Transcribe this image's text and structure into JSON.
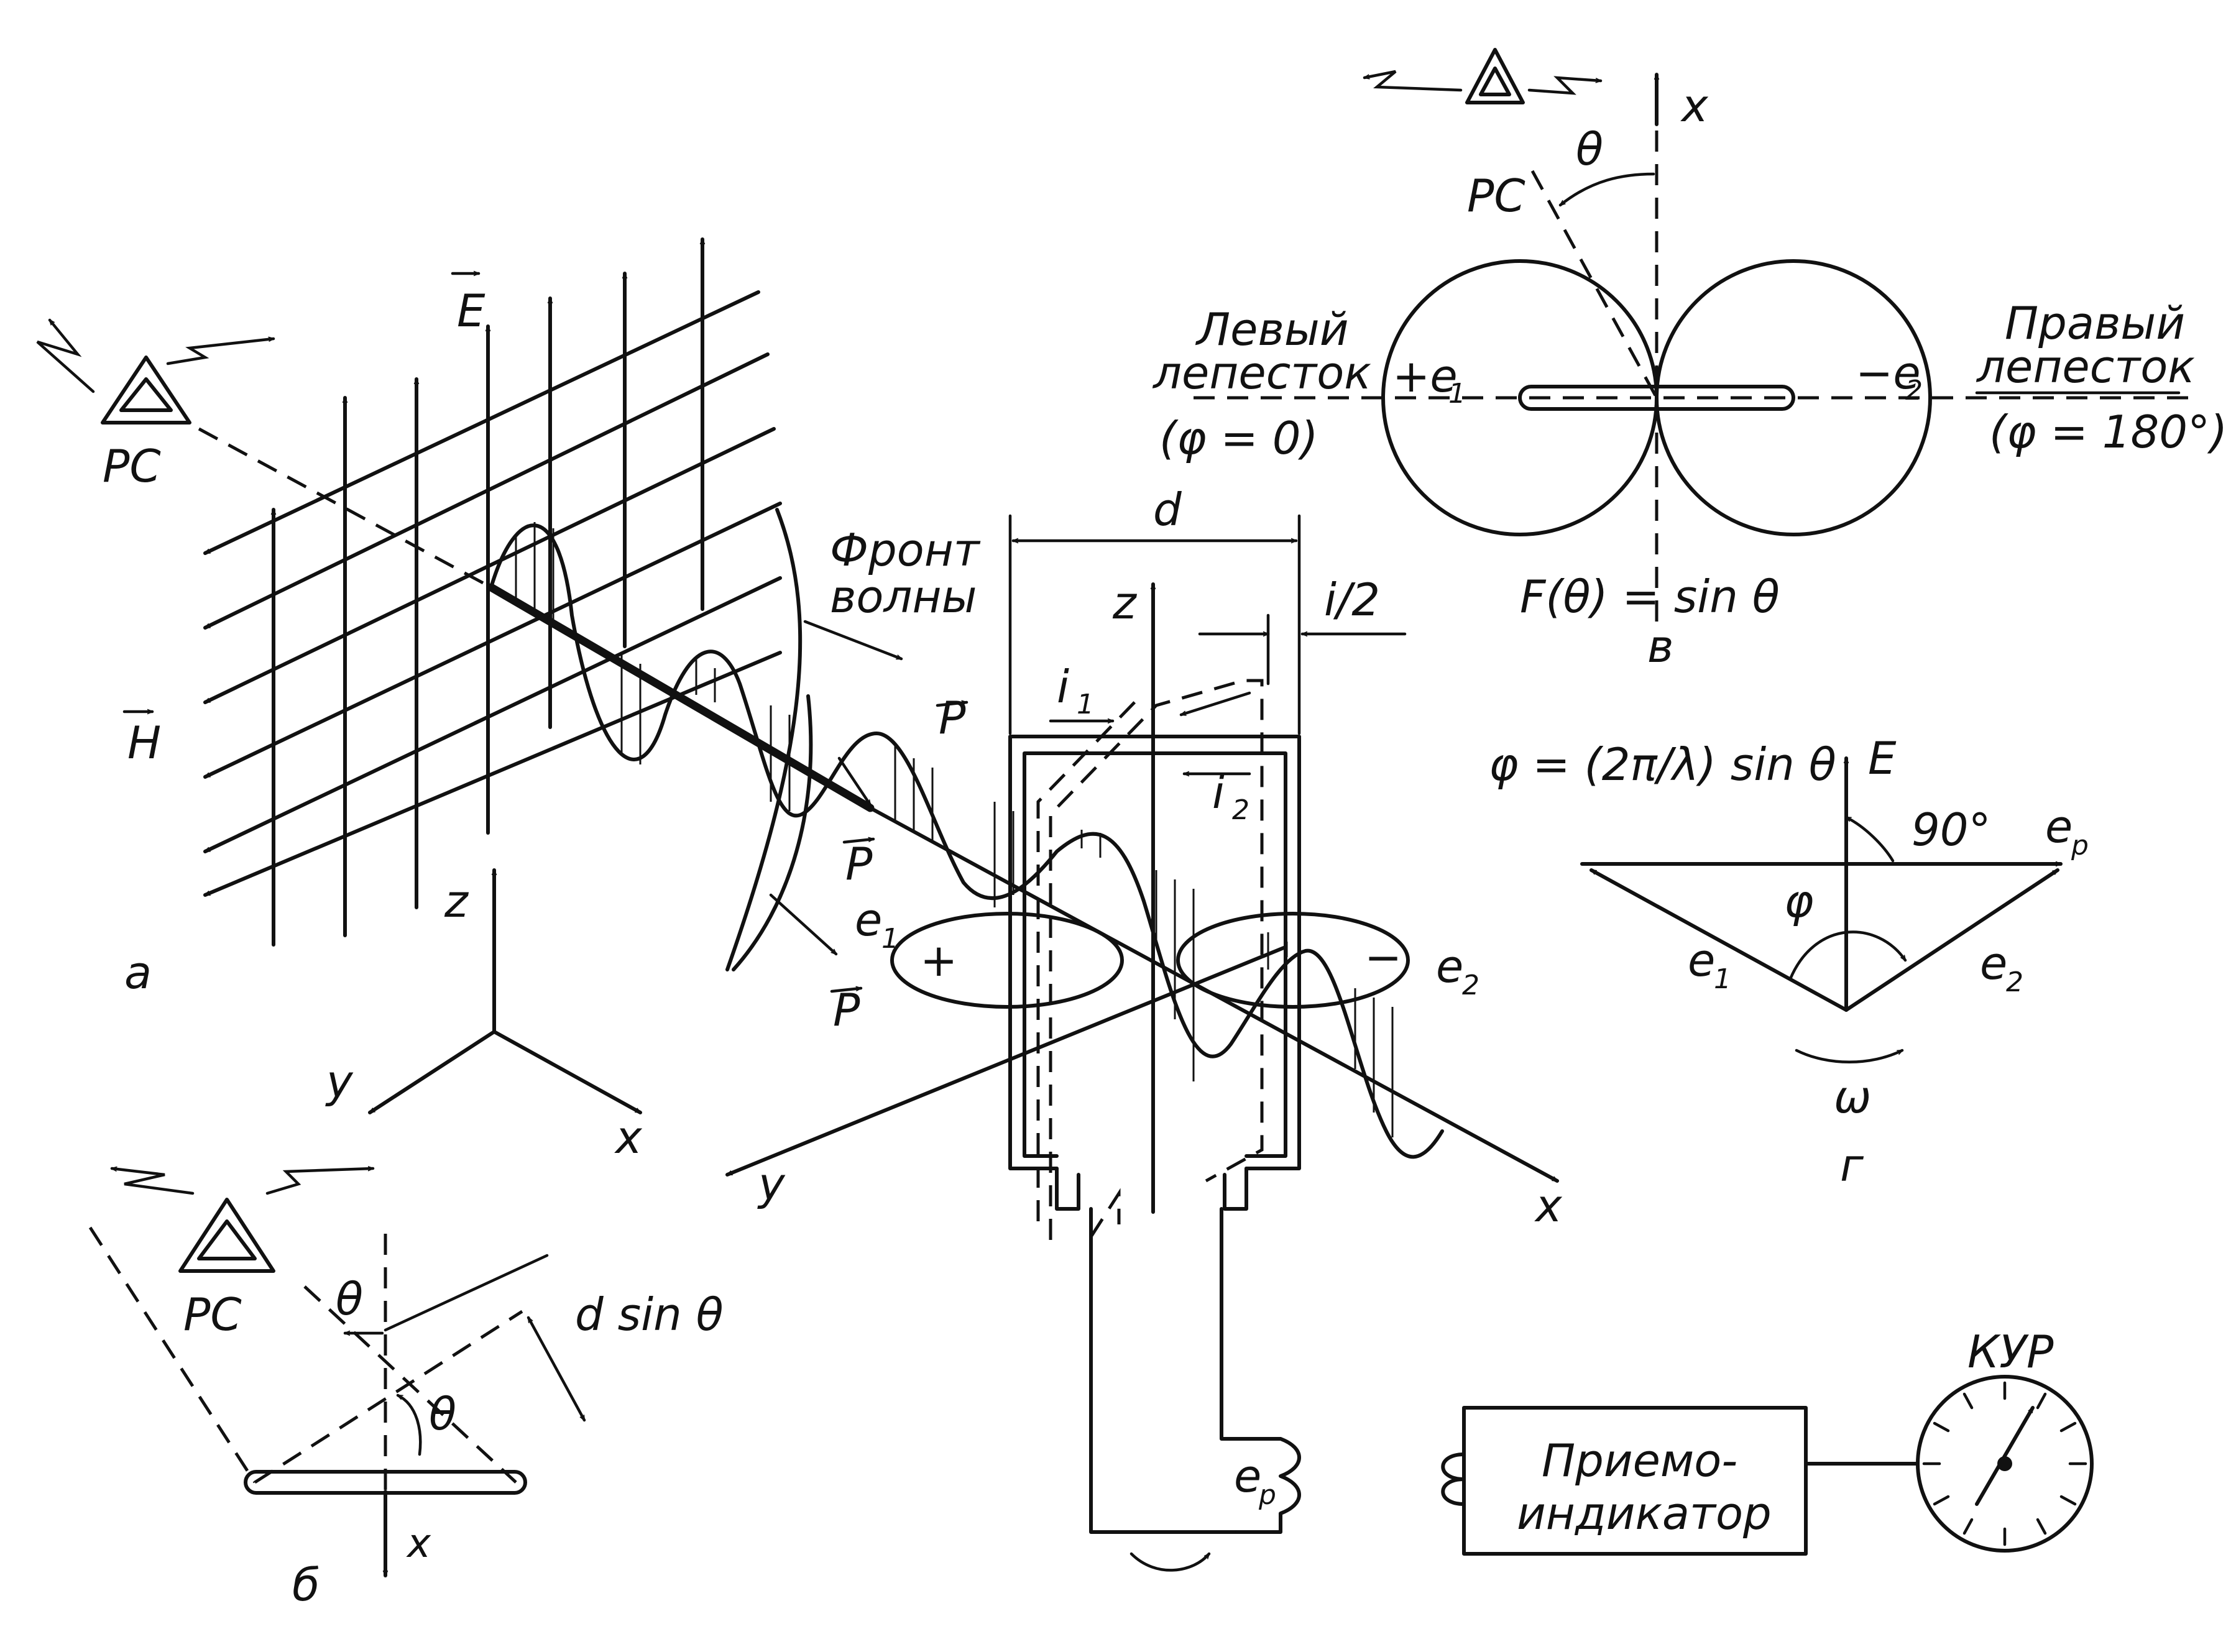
{
  "labels": {
    "station_top": "РС",
    "station_left": "РС",
    "station_bottom": "РС",
    "vector_E": "E",
    "vector_H": "H",
    "wave_front_line1": "Фронт",
    "wave_front_line2": "волны",
    "vector_P_1": "P",
    "vector_P_2": "P",
    "vector_P_3": "P",
    "dim_d": "d",
    "dim_half_i": "i/2",
    "axis_z_main": "z",
    "axis_x_main": "x",
    "axis_y_main": "y",
    "axis_z_small": "z",
    "axis_x_small": "x",
    "axis_y_small": "y",
    "current_i1": "i",
    "current_i1_sub": "1",
    "current_i2": "i",
    "current_i2_sub": "2",
    "emf_e1": "e",
    "emf_e1_sub": "1",
    "emf_e2": "e",
    "emf_e2_sub": "2",
    "plus": "+",
    "minus": "−",
    "panel_a": "а",
    "panel_b": "б",
    "panel_v": "в",
    "panel_g": "г",
    "theta": "θ",
    "d_sin_theta": "d sin θ",
    "x_axis_b": "x",
    "x_axis_v": "x",
    "left_lobe_line1": "Левый",
    "left_lobe_line2": "лепесток",
    "left_lobe_phase": "(φ = 0)",
    "right_lobe_line1": "Правый",
    "right_lobe_line2": "лепесток",
    "right_lobe_phase": "(φ = 180°)",
    "plus_e1": "+e",
    "plus_e1_sub": "1",
    "minus_e2": "−e",
    "minus_e2_sub": "2",
    "pattern_formula": "F(θ) = sin θ",
    "phase_formula": "φ = (2π/λ) sin θ",
    "phasor_E": "E",
    "phasor_90": "90°",
    "phasor_ep": "e",
    "phasor_ep_sub": "р",
    "phasor_e1": "e",
    "phasor_e1_sub": "1",
    "phasor_e2": "e",
    "phasor_e2_sub": "2",
    "phasor_phi": "φ",
    "phasor_omega": "ω",
    "ep_output": "e",
    "ep_output_sub": "р",
    "receiver_line1": "Приемо-",
    "receiver_line2": "индикатор",
    "kur": "КУР"
  }
}
